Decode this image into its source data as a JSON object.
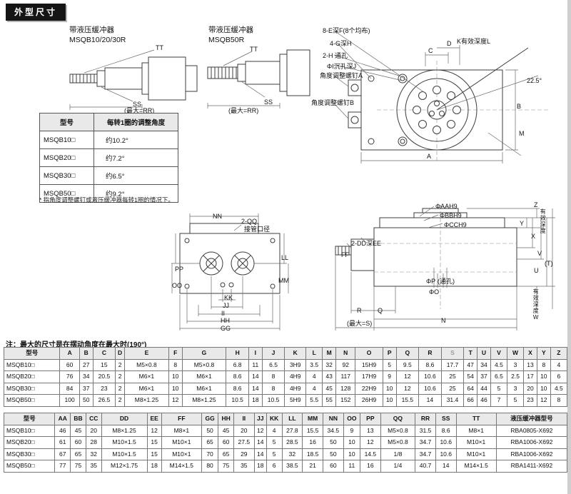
{
  "page": {
    "header_badge": "外型尺寸",
    "note": "注：最大的尺寸是在摆动角度在最大时(190°)"
  },
  "adjust_table": {
    "headers": [
      "型号",
      "每转1圈的调整角度"
    ],
    "rows": [
      [
        "MSQB10□",
        "约10.2°"
      ],
      [
        "MSQB20□",
        "约7.2°"
      ],
      [
        "MSQB30□",
        "约6.5°"
      ],
      [
        "MSQB50□",
        "约9.2°"
      ]
    ],
    "footnote": "* 指角度调整螺钉或液压缓冲器每转1圈的情况下。"
  },
  "drawings": {
    "buffer_small": {
      "title1": "带液压缓冲器",
      "title2": "MSQB10/20/30R",
      "tt": "TT",
      "ss": "SS",
      "rr": "(最大=RR)"
    },
    "buffer_50": {
      "title1": "带液压缓冲器",
      "title2": "MSQB50R",
      "tt": "TT",
      "ss": "SS",
      "rr": "(最大=RR)"
    },
    "top_view": {
      "screw_a": "角度调整螺钉A",
      "screw_b": "角度调整螺钉B",
      "label_e": "8-E深F(8个均布)",
      "label_g": "4-G深H",
      "label_h": "2-H 通孔",
      "label_i": "ΦI沉孔深J",
      "label_k": "K有效深度L",
      "dim_c": "C",
      "dim_d": "D",
      "dim_a": "A",
      "dim_b": "B",
      "dim_m": "M",
      "angle": "22.5°"
    },
    "front_view": {
      "nn": "NN",
      "qq": "2-QQ",
      "qq_note": "接管口径",
      "pp": "PP",
      "oo": "OO",
      "kk": "KK",
      "jj": "JJ",
      "ii": "II",
      "hh": "HH",
      "gg": "GG",
      "ll": "LL",
      "mm": "MM"
    },
    "side_view": {
      "aa": "ΦAAH9",
      "bb": "ΦBBH9",
      "cc": "ΦCCH9",
      "dd": "2-DD深EE",
      "ff": "FF",
      "p": "ΦP",
      "p_note": "(通孔)",
      "o": "ΦO",
      "r": "R",
      "q": "Q",
      "n": "N",
      "s_max": "(最大=S)",
      "w": "有效深度W",
      "z": "Z",
      "depth": "有效深度",
      "x": "X",
      "y": "Y",
      "v": "V",
      "u": "U",
      "t": "(T)"
    }
  },
  "dim_table1": {
    "muted_header": "S",
    "headers": [
      "型号",
      "A",
      "B",
      "C",
      "D",
      "E",
      "F",
      "G",
      "H",
      "I",
      "J",
      "K",
      "L",
      "M",
      "N",
      "O",
      "P",
      "Q",
      "R",
      "S",
      "T",
      "U",
      "V",
      "W",
      "X",
      "Y",
      "Z"
    ],
    "rows": [
      [
        "MSQB10□",
        "60",
        "27",
        "15",
        "2",
        "M5×0.8",
        "8",
        "M5×0.8",
        "6.8",
        "11",
        "6.5",
        "3H9",
        "3.5",
        "32",
        "92",
        "15H9",
        "5",
        "9.5",
        "8.6",
        "17.7",
        "47",
        "34",
        "4.5",
        "3",
        "13",
        "8",
        "4"
      ],
      [
        "MSQB20□",
        "76",
        "34",
        "20.5",
        "2",
        "M6×1",
        "10",
        "M6×1",
        "8.6",
        "14",
        "8",
        "4H9",
        "4",
        "43",
        "117",
        "17H9",
        "9",
        "12",
        "10.6",
        "25",
        "54",
        "37",
        "6.5",
        "2.5",
        "17",
        "10",
        "6"
      ],
      [
        "MSQB30□",
        "84",
        "37",
        "23",
        "2",
        "M6×1",
        "10",
        "M6×1",
        "8.6",
        "14",
        "8",
        "4H9",
        "4",
        "45",
        "128",
        "22H9",
        "10",
        "12",
        "10.6",
        "25",
        "64",
        "44",
        "5",
        "3",
        "20",
        "10",
        "4.5"
      ],
      [
        "MSQB50□",
        "100",
        "50",
        "26.5",
        "2",
        "M8×1.25",
        "12",
        "M8×1.25",
        "10.5",
        "18",
        "10.5",
        "5H9",
        "5.5",
        "55",
        "152",
        "26H9",
        "10",
        "15.5",
        "14",
        "31.4",
        "66",
        "46",
        "7",
        "5",
        "23",
        "12",
        "8"
      ]
    ]
  },
  "dim_table2": {
    "headers": [
      "型号",
      "AA",
      "BB",
      "CC",
      "DD",
      "EE",
      "FF",
      "GG",
      "HH",
      "II",
      "JJ",
      "KK",
      "LL",
      "MM",
      "NN",
      "OO",
      "PP",
      "QQ",
      "RR",
      "SS",
      "TT",
      "液压缓冲器型号"
    ],
    "rows": [
      [
        "MSQB10□",
        "46",
        "45",
        "20",
        "M8×1.25",
        "12",
        "M8×1",
        "50",
        "45",
        "20",
        "12",
        "4",
        "27.8",
        "15.5",
        "34.5",
        "9",
        "13",
        "M5×0.8",
        "31.5",
        "8.6",
        "M8×1",
        "RBA0805-X692"
      ],
      [
        "MSQB20□",
        "61",
        "60",
        "28",
        "M10×1.5",
        "15",
        "M10×1",
        "65",
        "60",
        "27.5",
        "14",
        "5",
        "28.5",
        "16",
        "50",
        "10",
        "12",
        "M5×0.8",
        "34.7",
        "10.6",
        "M10×1",
        "RBA1006-X692"
      ],
      [
        "MSQB30□",
        "67",
        "65",
        "32",
        "M10×1.5",
        "15",
        "M10×1",
        "70",
        "65",
        "29",
        "14",
        "5",
        "32",
        "18.5",
        "50",
        "10",
        "14.5",
        "1/8",
        "34.7",
        "10.6",
        "M10×1",
        "RBA1006-X692"
      ],
      [
        "MSQB50□",
        "77",
        "75",
        "35",
        "M12×1.75",
        "18",
        "M14×1.5",
        "80",
        "75",
        "35",
        "18",
        "6",
        "38.5",
        "21",
        "60",
        "11",
        "16",
        "1/4",
        "40.7",
        "14",
        "M14×1.5",
        "RBA1411-X692"
      ]
    ]
  }
}
